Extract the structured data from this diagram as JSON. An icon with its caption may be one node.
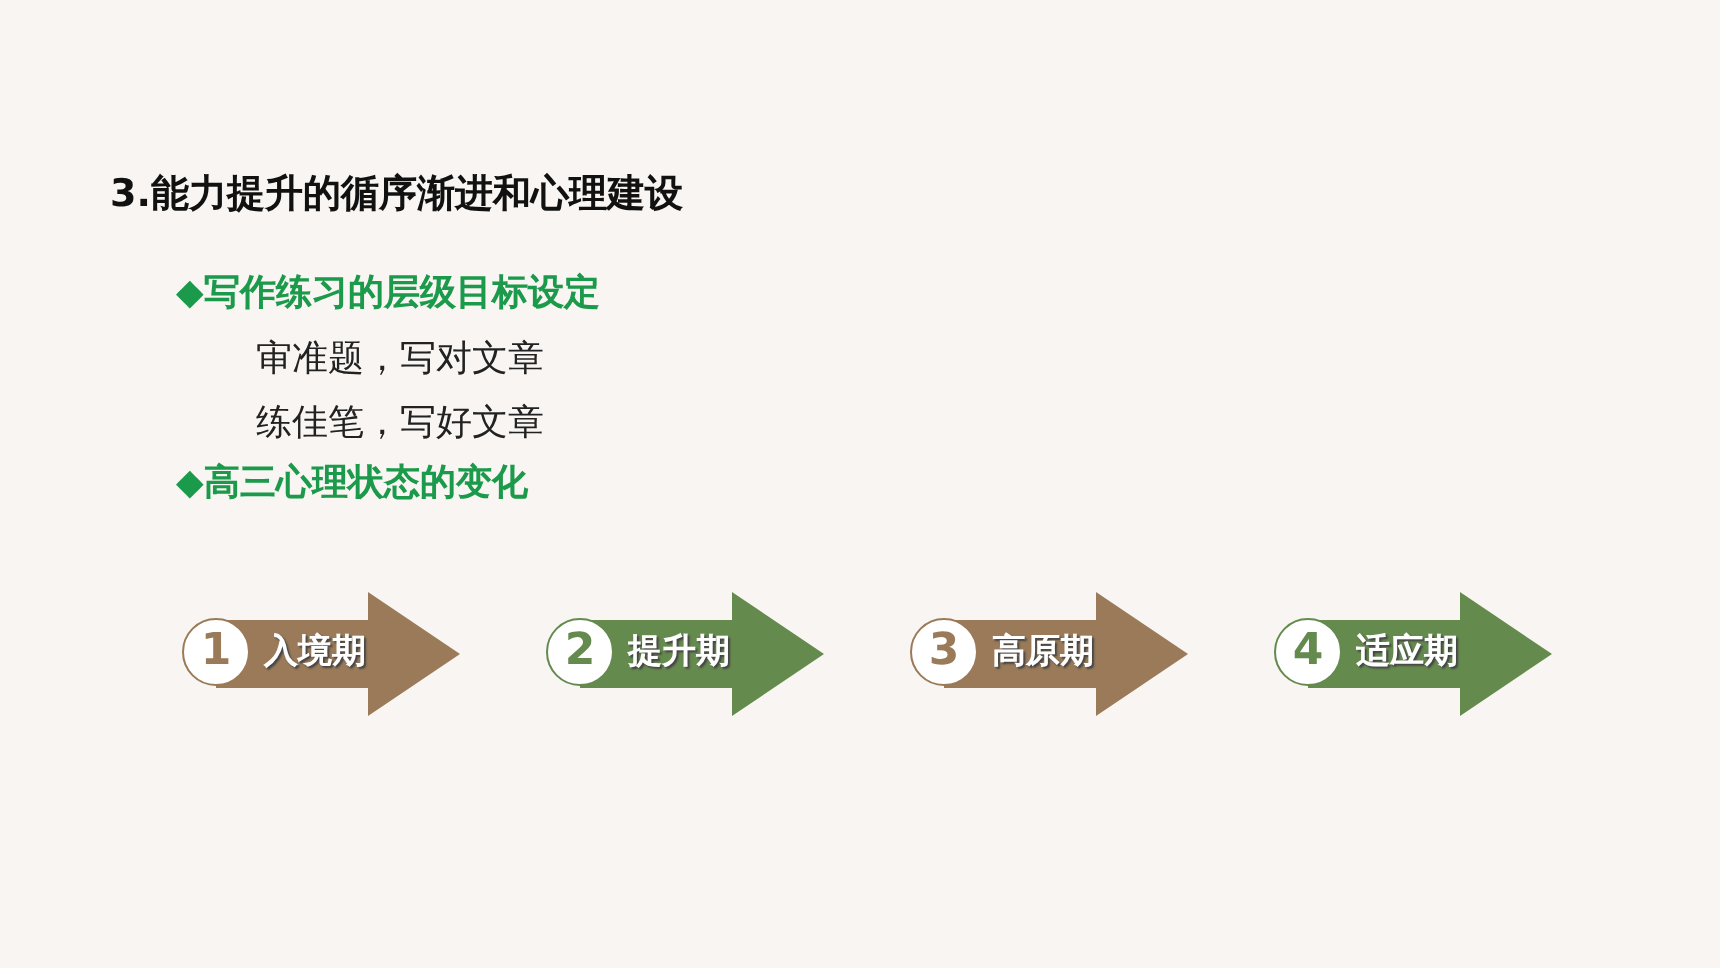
{
  "diagram": {
    "title": "3.能力提升的循序渐进和心理建设",
    "nodes": [
      {
        "text": [
          "1"
        ]
      },
      {
        "text": [
          "入境期"
        ]
      },
      {
        "text": [
          "2"
        ]
      },
      {
        "text": [
          "提升期"
        ]
      },
      {
        "text": [
          "3"
        ]
      },
      {
        "text": [
          "高原期"
        ]
      },
      {
        "text": [
          "4"
        ]
      },
      {
        "text": [
          "适应期"
        ]
      }
    ],
    "labels": [
      "◆写作练习的层级目标设定",
      "审准题，写对文章",
      "练佳笔，写好文章",
      "◆高三心理状态的变化"
    ]
  }
}
